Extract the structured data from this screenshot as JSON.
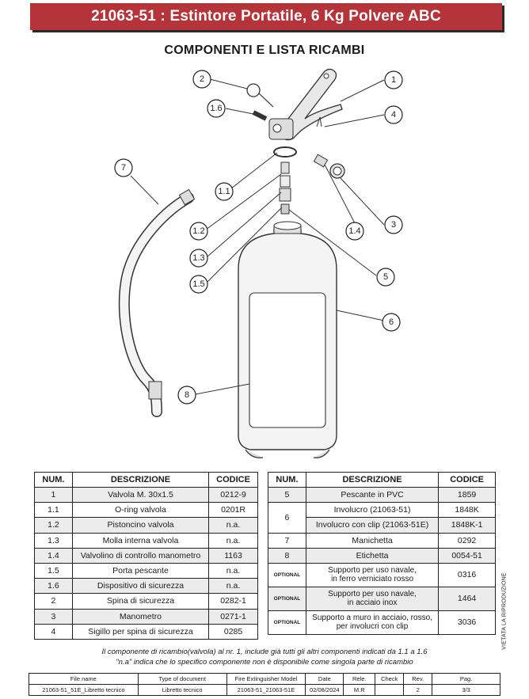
{
  "header": {
    "title": "21063-51 : Estintore Portatile, 6 Kg Polvere ABC"
  },
  "section_title": "COMPONENTI E LISTA RICAMBI",
  "callouts": [
    "1",
    "2",
    "1.6",
    "4",
    "7",
    "1.1",
    "3",
    "1.2",
    "1.4",
    "1.3",
    "5",
    "1.5",
    "6",
    "8"
  ],
  "table_left": {
    "headers": [
      "NUM.",
      "DESCRIZIONE",
      "CODICE"
    ],
    "rows": [
      {
        "num": "1",
        "desc": "Valvola  M. 30x1.5",
        "code": "0212-9"
      },
      {
        "num": "1.1",
        "desc": "O-ring valvola",
        "code": "0201R"
      },
      {
        "num": "1.2",
        "desc": "Pistoncino valvola",
        "code": "n.a."
      },
      {
        "num": "1.3",
        "desc": "Molla interna valvola",
        "code": "n.a."
      },
      {
        "num": "1.4",
        "desc": "Valvolino di controllo manometro",
        "code": "1163"
      },
      {
        "num": "1.5",
        "desc": "Porta pescante",
        "code": "n.a."
      },
      {
        "num": "1.6",
        "desc": "Dispositivo di sicurezza",
        "code": "n.a."
      },
      {
        "num": "2",
        "desc": "Spina di sicurezza",
        "code": "0282-1"
      },
      {
        "num": "3",
        "desc": "Manometro",
        "code": "0271-1"
      },
      {
        "num": "4",
        "desc": "Sigillo per spina di sicurezza",
        "code": "0285"
      }
    ]
  },
  "table_right": {
    "headers": [
      "NUM.",
      "DESCRIZIONE",
      "CODICE"
    ],
    "rows": [
      {
        "num": "5",
        "desc": "Pescante in PVC",
        "code": "1859"
      },
      {
        "num": "6",
        "desc": "Involucro (21063-51)",
        "code": "1848K"
      },
      {
        "desc": "Involucro con clip (21063-51E)",
        "code": "1848K-1"
      },
      {
        "num": "7",
        "desc": "Manichetta",
        "code": "0292"
      },
      {
        "num": "8",
        "desc": "Etichetta",
        "code": "0054-51"
      },
      {
        "num": "OPTIONAL",
        "desc1": "Supporto per uso navale,",
        "desc2": "in ferro verniciato rosso",
        "code": "0316"
      },
      {
        "num": "OPTIONAL",
        "desc1": "Supporto per uso navale,",
        "desc2": "in acciaio inox",
        "code": "1464"
      },
      {
        "num": "OPTIONAL",
        "desc1": "Supporto a muro in acciaio, rosso,",
        "desc2": "per involucri con clip",
        "code": "3036"
      }
    ]
  },
  "side_note": "VIETATA LA RIPRODUZIONE",
  "notes": {
    "line1": "Il componente di ricambio(valvola) al nr. 1, include già tutti gli altri componenti indicati da 1.1 a 1.6",
    "line2": "\"n.a\" indica che lo specifico componente non è disponibile come singola parte di ricambio"
  },
  "footer": {
    "headers": [
      "File name",
      "Type of document",
      "Fire Extinguisher Model",
      "Date",
      "Rele.",
      "Check",
      "Rev.",
      "Pag."
    ],
    "values": [
      "21063-51_51E_Libretto tecnico",
      "Libretto tecnico",
      "21063-51_21063-51E",
      "02/08/2024",
      "M.R",
      "",
      "2",
      "3/3"
    ]
  },
  "colors": {
    "header_bg": "#b5343a",
    "header_text": "#ffffff",
    "row_shade": "#ececec"
  }
}
